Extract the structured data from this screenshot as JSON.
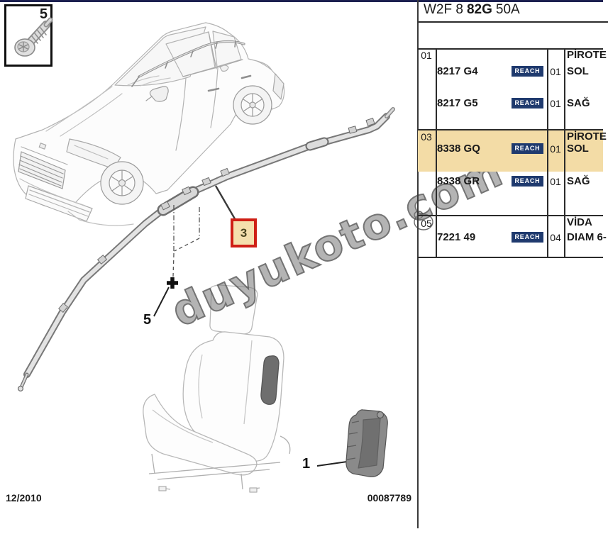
{
  "header": {
    "code_prefix": "W2F 8",
    "code_bold": "82G",
    "code_suffix": "50A"
  },
  "parts_table": {
    "highlight_color": "#f3dca6",
    "badge_color": "#1f3a6e",
    "rows": [
      {
        "item": "01",
        "desc_header": "PİROTE",
        "highlighted": false,
        "parts": [
          {
            "ref": "8217 G4",
            "badge": "REACH",
            "qty": "01",
            "desc": "SOL"
          },
          {
            "ref": "8217 G5",
            "badge": "REACH",
            "qty": "01",
            "desc": "SAĞ"
          }
        ]
      },
      {
        "item": "03",
        "desc_header": "PİROTE",
        "highlighted": true,
        "parts": [
          {
            "ref": "8338 GQ",
            "badge": "REACH",
            "qty": "01",
            "desc": "SOL"
          },
          {
            "ref": "8338 GR",
            "badge": "REACH",
            "qty": "01",
            "desc": "SAĞ"
          }
        ]
      },
      {
        "item": "05",
        "desc_header": "VİDA",
        "highlighted": false,
        "parts": [
          {
            "ref": "7221 49",
            "badge": "REACH",
            "qty": "04",
            "desc": "DIAM 6-"
          }
        ]
      }
    ]
  },
  "callouts": {
    "inset_screw": "5",
    "curtain_airbag": "3",
    "screw": "5",
    "side_airbag_module": "1"
  },
  "watermark": {
    "text": "duyukoto.com"
  },
  "footer": {
    "date": "12/2010",
    "doc_number": "00087789"
  }
}
